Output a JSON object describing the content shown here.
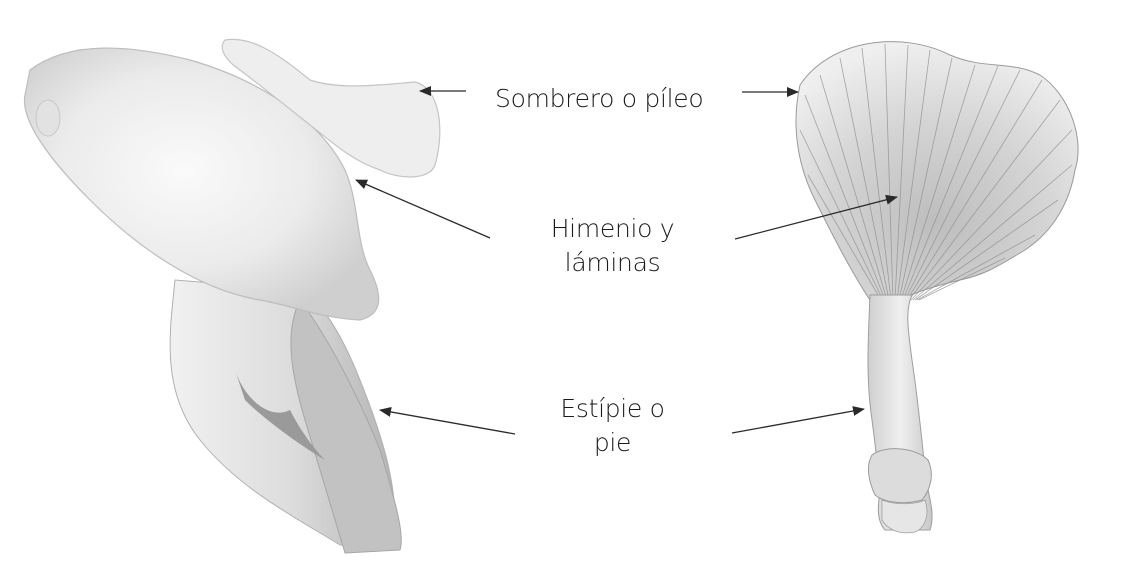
{
  "labels": {
    "pileus": "Sombrero o píleo",
    "hymenium_line1": "Himenio y",
    "hymenium_line2": "láminas",
    "stipe_line1": "Estípie o",
    "stipe_line2": "pie"
  },
  "colors": {
    "text": "#1a1a1a",
    "arrow": "#2a2a2a",
    "mushroom_light": "#ececec",
    "mushroom_mid": "#d2d2d2",
    "mushroom_dark": "#a8a8a8"
  }
}
